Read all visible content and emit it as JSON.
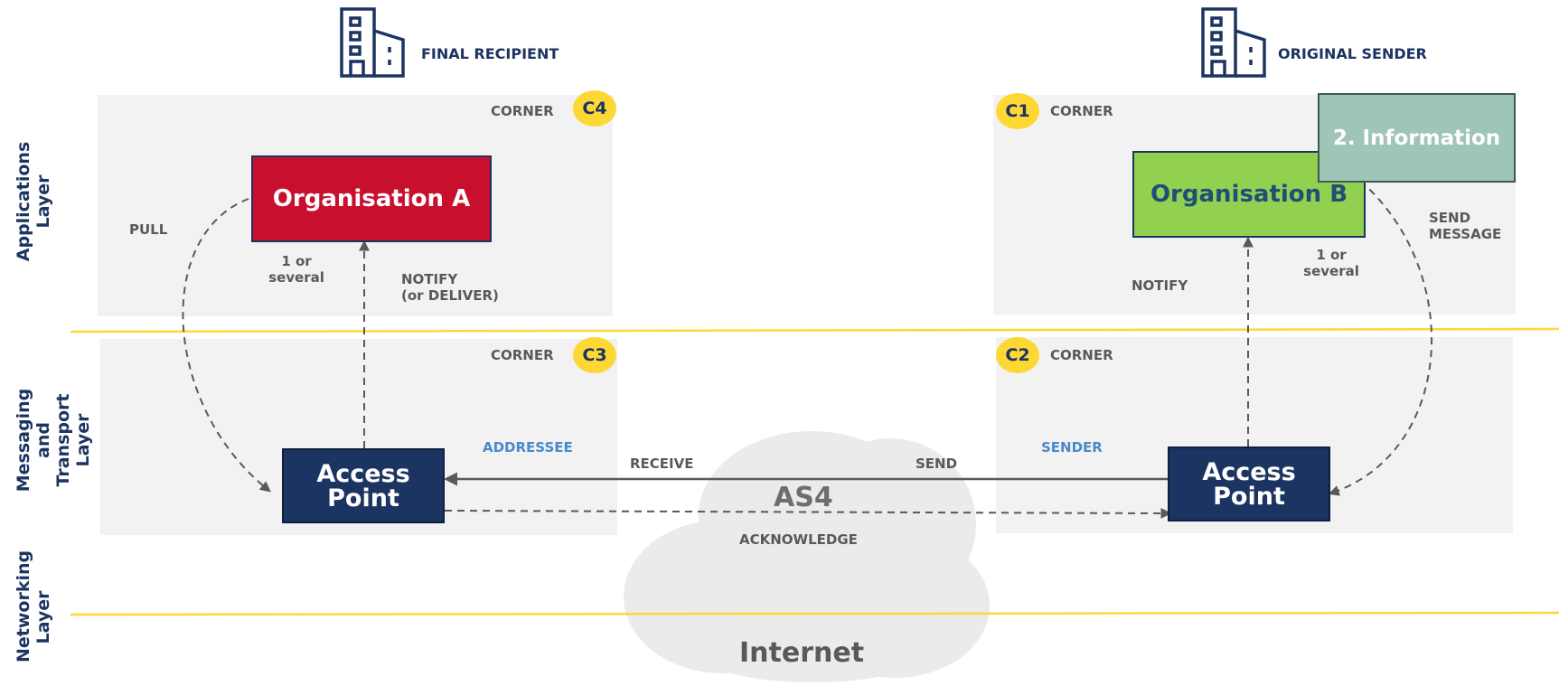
{
  "layers": {
    "applications": "Applications\nLayer",
    "messaging": "Messaging and\nTransport Layer",
    "networking": "Networking\nLayer"
  },
  "left": {
    "role": "FINAL RECIPIENT",
    "corner_top_label": "CORNER",
    "corner_top_badge": "C4",
    "organisation": "Organisation A",
    "pull_label": "PULL",
    "multiplicity": "1 or\nseveral",
    "notify_label": "NOTIFY\n(or DELIVER)",
    "corner_bottom_label": "CORNER",
    "corner_bottom_badge": "C3",
    "access_point": "Access\nPoint",
    "ap_role": "ADDRESSEE"
  },
  "right": {
    "role": "ORIGINAL SENDER",
    "corner_top_badge": "C1",
    "corner_top_label": "CORNER",
    "organisation": "Organisation B",
    "info_box": "2. Information",
    "send_message_label": "SEND\nMESSAGE",
    "multiplicity": "1 or\nseveral",
    "notify_label": "NOTIFY",
    "corner_bottom_badge": "C2",
    "corner_bottom_label": "CORNER",
    "access_point": "Access\nPoint",
    "ap_role": "SENDER"
  },
  "transport": {
    "receive_label": "RECEIVE",
    "send_label": "SEND",
    "protocol": "AS4",
    "acknowledge_label": "ACKNOWLEDGE"
  },
  "network": {
    "internet_label": "Internet"
  },
  "colors": {
    "navy": "#1c3461",
    "red": "#c8102e",
    "green": "#92d050",
    "teal": "#9fc5b7",
    "yellow": "#fdd835",
    "zone_grey": "#f2f2f2",
    "cloud_grey": "#ebebeb",
    "label_blue": "#4a8ac9"
  },
  "icons": [
    "building-icon",
    "building-icon"
  ]
}
